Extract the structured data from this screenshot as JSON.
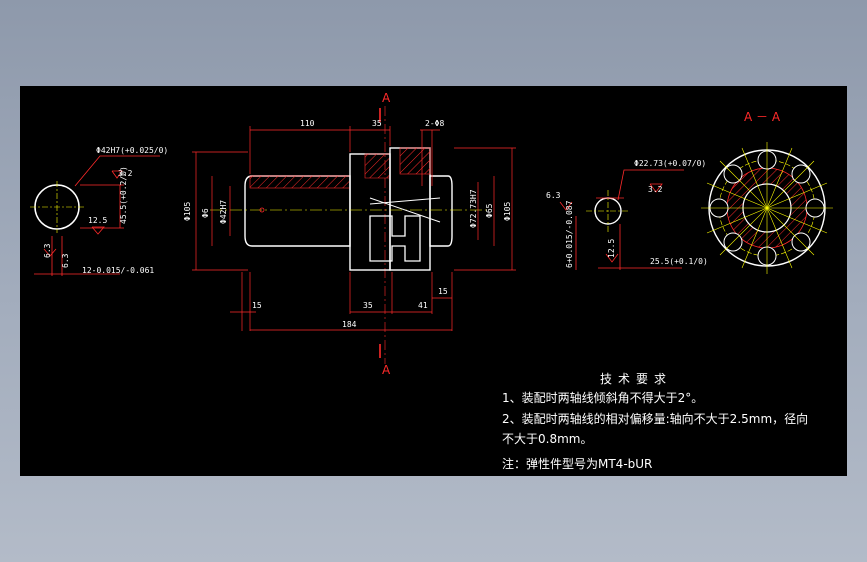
{
  "section_mark": "A",
  "section_title": "A － A",
  "main_dims": {
    "d110": "110",
    "d35_top": "35",
    "hole": "2-Φ8",
    "phi105_left": "Φ105",
    "phi6": "Φ6",
    "phi42": "Φ42H7",
    "phi72": "Φ72.73H7",
    "phi65": "Φ65",
    "phi105_right": "Φ105",
    "d15_left": "15",
    "d35_bot": "35",
    "d41": "41",
    "d15_right": "15",
    "d184": "184"
  },
  "left_dims": {
    "bore": "Φ42H7(+0.025/0)",
    "r32": "3.2",
    "r125": "12.5",
    "h45": "45.5(+0.2/0)",
    "s63a": "6.3",
    "s63b": "6.3",
    "key": "12-0.015/-0.061"
  },
  "right_dims": {
    "bore": "Φ22.73(+0.07/0)",
    "r32": "3.2",
    "s63": "6.3",
    "h25": "25.5(+0.1/0)",
    "r125": "12.5",
    "key": "6+0.015/-0.087"
  },
  "tech": {
    "title": "技术要求",
    "line1": "1、装配时两轴线倾斜角不得大于2°。",
    "line2": "2、装配时两轴线的相对偏移量:轴向不大于2.5mm，径向",
    "line3": "不大于0.8mm。",
    "note": "注：弹性件型号为MT4-bUR"
  },
  "colors": {
    "frame": "#ffffff",
    "part": "#ff2a2a",
    "centerline": "#ffff00",
    "dimension": "#ff2a2a",
    "text": "#ffffff",
    "hatch": "#ff2a2a"
  }
}
